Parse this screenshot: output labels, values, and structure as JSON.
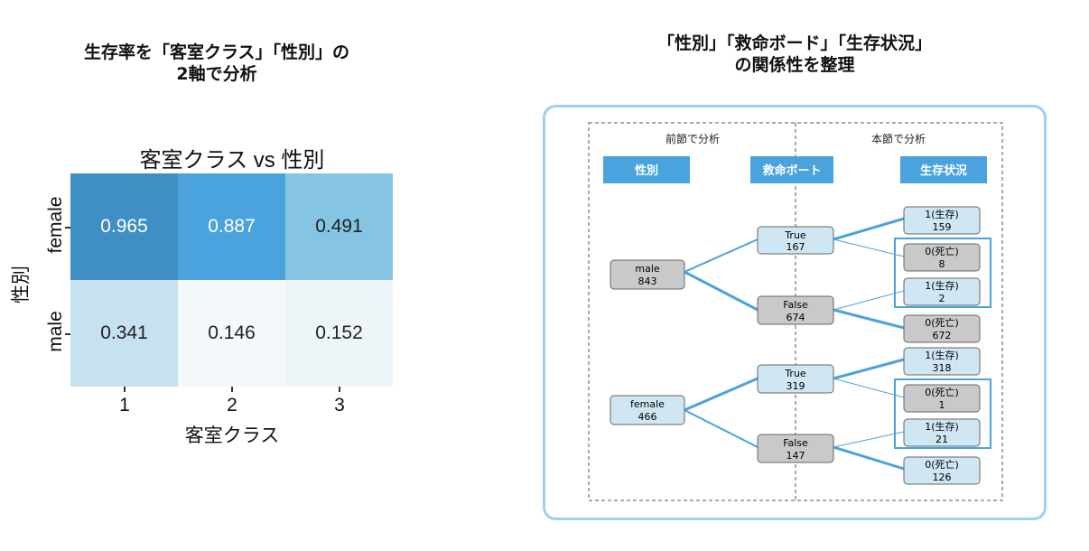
{
  "left_title": [
    "生存率を「客室クラス」「性別」の",
    "2軸で分析"
  ],
  "right_title": [
    "「性別」「救命ボード」「生存状況」",
    "の関係性を整理"
  ],
  "heatmap": {
    "title": "客室クラス vs 性別",
    "xlabel": "客室クラス",
    "ylabel": "性別",
    "x_ticks": [
      "1",
      "2",
      "3"
    ],
    "y_ticks": [
      "female",
      "male"
    ],
    "values": [
      [
        "0.965",
        "0.887",
        "0.491"
      ],
      [
        "0.341",
        "0.146",
        "0.152"
      ]
    ],
    "colors": [
      [
        "#3f8fc4",
        "#4aa3dc",
        "#85c4e3"
      ],
      [
        "#c6e1ef",
        "#f3f8fb",
        "#eef5f9"
      ]
    ],
    "text_colors": [
      [
        "#ffffff",
        "#ffffff",
        "#222222"
      ],
      [
        "#222222",
        "#222222",
        "#222222"
      ]
    ]
  },
  "diagram": {
    "section_left": "前節で分析",
    "section_right": "本節で分析",
    "header_sex": "性別",
    "header_boat": "救命ボート",
    "header_status": "生存状況",
    "male": {
      "label": "male",
      "count": "843"
    },
    "female": {
      "label": "female",
      "count": "466"
    },
    "male_true": {
      "label": "True",
      "count": "167"
    },
    "male_false": {
      "label": "False",
      "count": "674"
    },
    "female_true": {
      "label": "True",
      "count": "319"
    },
    "female_false": {
      "label": "False",
      "count": "147"
    },
    "out_mt_alive": {
      "label": "1(生存)",
      "count": "159"
    },
    "out_mt_dead": {
      "label": "0(死亡)",
      "count": "8"
    },
    "out_mf_alive": {
      "label": "1(生存)",
      "count": "2"
    },
    "out_mf_dead": {
      "label": "0(死亡)",
      "count": "672"
    },
    "out_ft_alive": {
      "label": "1(生存)",
      "count": "318"
    },
    "out_ft_dead": {
      "label": "0(死亡)",
      "count": "1"
    },
    "out_ff_alive": {
      "label": "1(生存)",
      "count": "21"
    },
    "out_ff_dead": {
      "label": "0(死亡)",
      "count": "126"
    },
    "colors": {
      "blue_node": "#cfe6f3",
      "gray_node": "#c9c9c9",
      "header": "#4aa3dc",
      "line": "#4aa3dc"
    }
  }
}
